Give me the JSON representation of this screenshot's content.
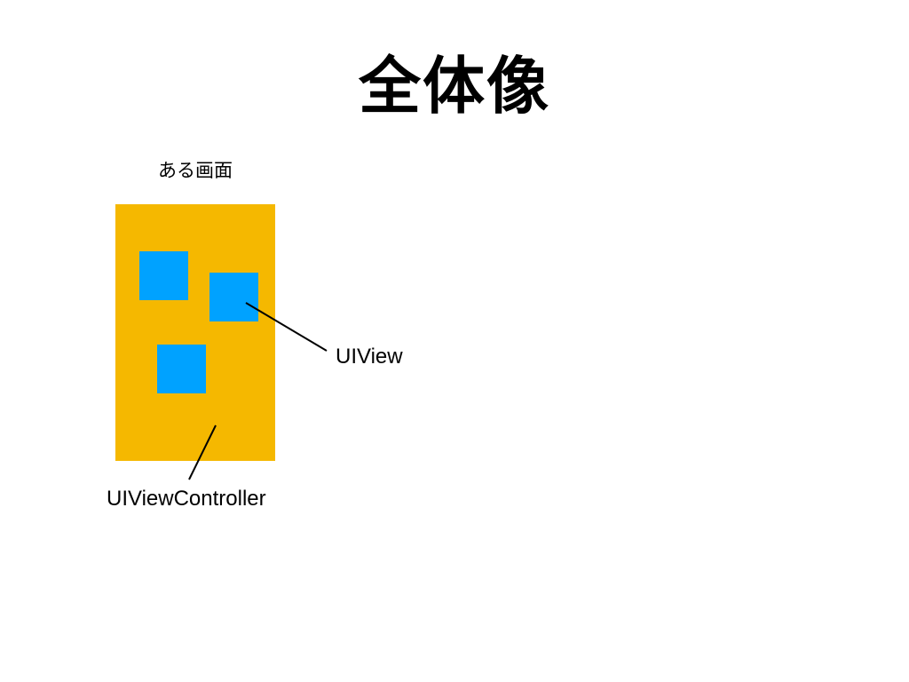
{
  "title": "全体像",
  "screen": {
    "label": "ある画面",
    "background_color": "#F5B800",
    "subview_color": "#00A2FF",
    "subview_count": 3
  },
  "callouts": {
    "view_label": "UIView",
    "view_controller_label": "UIViewController"
  },
  "colors": {
    "text": "#000000",
    "background": "#FFFFFF",
    "leader_line": "#000000"
  }
}
